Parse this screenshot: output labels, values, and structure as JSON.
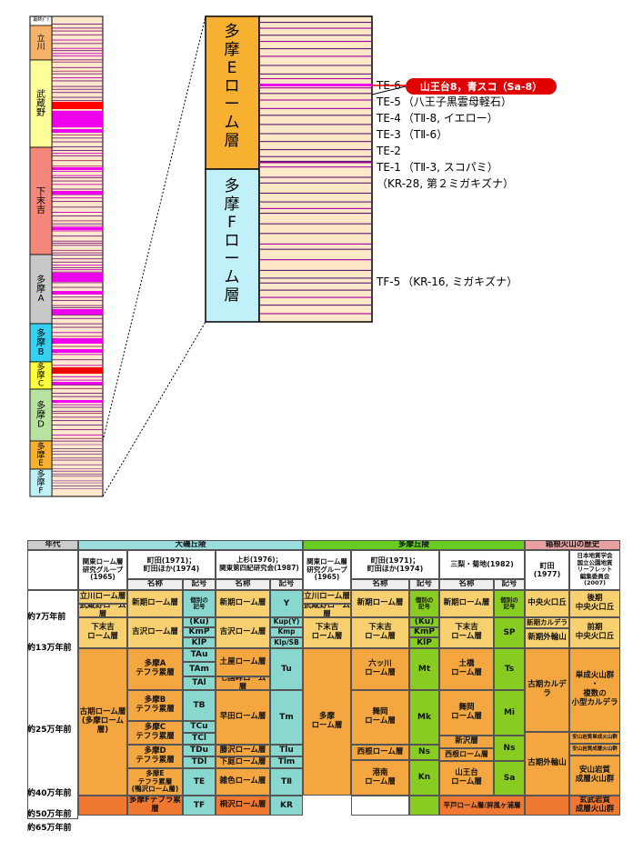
{
  "left_column": {
    "top_label": "最終ﾎﾟﾗ",
    "units": [
      "立\n川",
      "武\n蔵\n野",
      "下\n末\n吉",
      "多\n摩\nA",
      "多\n摩\nB",
      "多\n摩\nC",
      "多\n摩\nD",
      "多\n摩\nE",
      "多\n摩\nF"
    ]
  },
  "zoom_column": {
    "unit_e": "多\n摩\nE\nロ\nー\nム\n層",
    "unit_f": "多\n摩\nF\nロ\nー\nム\n層"
  },
  "tephra_labels": [
    {
      "code": "TE-6",
      "note": ""
    },
    {
      "code": "TE-5",
      "note": "（八王子黒雲母軽石）"
    },
    {
      "code": "TE-4",
      "note": "（TⅡ-8, イエロー）"
    },
    {
      "code": "TE-3",
      "note": "（TⅡ-6）"
    },
    {
      "code": "TE-2",
      "note": ""
    },
    {
      "code": "TE-1",
      "note": "（TⅡ-3, スコパミ）"
    },
    {
      "code": "",
      "note": "（KR-28, 第２ミガキズナ）"
    },
    {
      "code": "TF-5",
      "note": "（KR-16, ミガキズナ）"
    }
  ],
  "highlight_badge": "山王台8，青スコ（Sa-8）",
  "table": {
    "header": {
      "age": "年代",
      "oiso": "大磯丘陵",
      "tama": "多摩丘陵",
      "hakone": "箱根火山の歴史",
      "kanto_group": "関東ローム層\n研究グループ\n(1965)",
      "machida_1971": "町田(1971)；\n町田ほか(1974)",
      "uesugi": "上杉(1976)；\n関東第四紀研究会(1987)",
      "kanto_group2": "関東ローム層\n研究グループ\n(1965)",
      "machida_1971b": "町田(1971)；\n町田ほか(1974)",
      "sannashi": "三梨・菊地(1982)",
      "machida_1977": "町田\n(1977)",
      "nihon": "日本地質学会\n国立公園地質\nリーフレット\n編集委員会\n(2007)",
      "name": "名称",
      "symbol": "記号"
    },
    "ages": [
      "約7万年前",
      "約13万年前",
      "約25万年前",
      "約40万年前",
      "約50万年前",
      "約65万年前"
    ],
    "col_kanto": [
      "立川ローム層",
      "武蔵野ローム層",
      "下末吉\nローム層",
      "古期ローム層\n(多摩ローム層)"
    ],
    "col_oiso_names": [
      "新期ローム層",
      "吉沢ローム層",
      "多摩A\nテフラ累層",
      "多摩B\nテフラ累層",
      "多摩C\nテフラ累層",
      "多摩D\nテフラ累層",
      "多摩E\nテフラ累層\n(鴨沢ローム層)",
      "多摩Fテフラ累層"
    ],
    "col_oiso_symbols": [
      "個別の\n記号",
      "(Ku)",
      "KmP",
      "KlP",
      "TAu",
      "TAm",
      "TAl",
      "TB",
      "TCu",
      "TCl",
      "TDu",
      "TDl",
      "TE",
      "TF"
    ],
    "col_uesugi_names": [
      "新期ローム層",
      "吉沢ローム層",
      "土屋ローム層",
      "七国峠ローム層",
      "早田ローム層",
      "藤沢ローム層",
      "下庭ローム層",
      "雑色ローム層",
      "桐沢ローム層"
    ],
    "col_uesugi_symbols": [
      "Y",
      "Kup(Y)",
      "Kmp",
      "Klp/SB",
      "Tu",
      "Tm",
      "Tlu",
      "Tlm",
      "TⅡ",
      "KR"
    ],
    "col_tama_kanto": [
      "立川ローム層",
      "武蔵野ローム層",
      "下末吉\nローム層",
      "多摩\nローム層"
    ],
    "col_tama_names": [
      "新期ローム層",
      "下末吉\nローム層",
      "六ッ川\nローム層",
      "舞岡\nローム層",
      "西根ローム層",
      "港南\nローム層"
    ],
    "col_tama_symbols": [
      "個別の\n記号",
      "(Ku)",
      "KmP",
      "KlP",
      "Mt",
      "Mk",
      "Ns",
      "Kn"
    ],
    "col_sannashi_names": [
      "新期ローム層",
      "下末吉\nローム層",
      "土橋\nローム層",
      "舞岡\nローム層",
      "新沢層",
      "西根ローム層",
      "山王台\nローム層",
      "平戸ローム層/屏風ヶ浦層"
    ],
    "col_sannashi_symbols": [
      "個別の\n記号",
      "SP",
      "Ts",
      "Mi",
      "Ns",
      "Sa"
    ],
    "col_machida77": [
      "中央火口丘",
      "新期カルデラ",
      "新期外輪山",
      "古期カルデラ",
      "古期外輪山"
    ],
    "col_nihon": [
      "後期\n中央火口丘",
      "前期\n中央火口丘",
      "単成火山群\n・\n複数の\n小型カルデラ",
      "安山岩質単成火山群",
      "安山岩質成層火山群",
      "安山岩質\n成層火山群",
      "玄武岩質\n成層火山群"
    ]
  },
  "colors": {
    "tachikawa": "#f4b26b",
    "musashino": "#fefe9a",
    "shimosueyoshi": "#f4877b",
    "tamaA": "#c8c8c8",
    "tamaB": "#36d0f0",
    "tamaC": "#fefe3a",
    "tamaD": "#b8e2a0",
    "tamaE": "#f8b030",
    "tamaF": "#c0f0f8",
    "band": "#e000e0",
    "red": "#ff0000",
    "oiso_header": "#99dddd",
    "tama_header": "#66cc22",
    "hakone_header": "#e8a0a0",
    "orange1": "#f8d070",
    "orange2": "#f4a640",
    "orange3": "#f07830",
    "symbol_teal": "#88d8d0",
    "symbol_green": "#88cc22"
  }
}
